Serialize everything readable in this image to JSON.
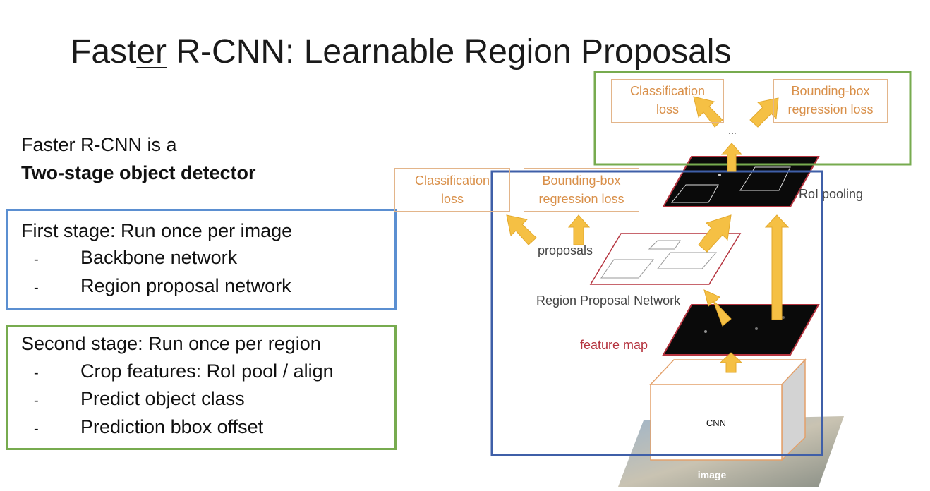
{
  "slide": {
    "title_prefix": "Fast",
    "title_underlined": "er",
    "title_suffix": " R-CNN: Learnable Region Proposals"
  },
  "intro": {
    "line1": "Faster R-CNN is a",
    "line2": "Two-stage object detector"
  },
  "first_stage": {
    "heading": "First stage: Run once per image",
    "bullets": [
      "Backbone network",
      "Region proposal network"
    ]
  },
  "second_stage": {
    "heading": "Second stage: Run once per region",
    "bullets": [
      "Crop features: RoI pool / align",
      "Predict object class",
      "Prediction bbox offset"
    ]
  },
  "diagram": {
    "top_cls_loss": [
      "Classification",
      "loss"
    ],
    "top_bbox_loss": [
      "Bounding-box",
      "regression loss"
    ],
    "ellipsis": "...",
    "mid_cls_loss": [
      "Classification",
      "loss"
    ],
    "mid_bbox_loss": [
      "Bounding-box",
      "regression loss"
    ],
    "roi_pooling": "RoI pooling",
    "proposals": "proposals",
    "rpn": "Region Proposal Network",
    "feature_map": "feature map",
    "cnn": "CNN",
    "image": "image"
  },
  "colors": {
    "blue": "#5b8fd1",
    "green": "#77ab4f",
    "dark_blue": "#3f5fa8",
    "orange_text": "#d9904a",
    "arrow": "#f5c044",
    "red": "#b5343f"
  }
}
